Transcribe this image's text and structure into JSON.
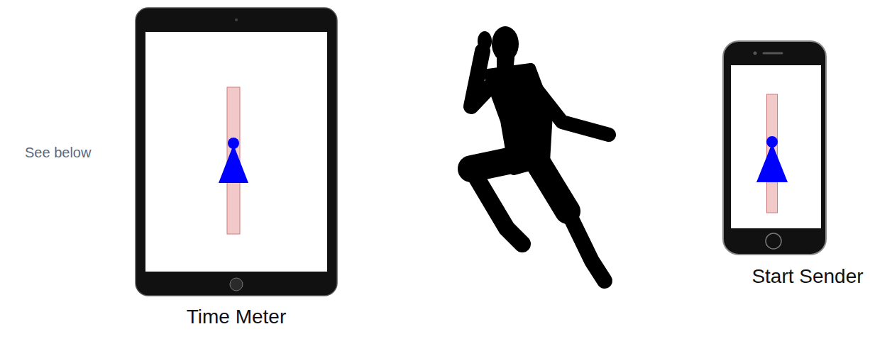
{
  "diagram": {
    "nodes": [
      {
        "text": [
          "Time Meter"
        ]
      },
      {
        "text": [
          "Start Sender"
        ]
      }
    ],
    "labels": [
      "See below"
    ]
  }
}
